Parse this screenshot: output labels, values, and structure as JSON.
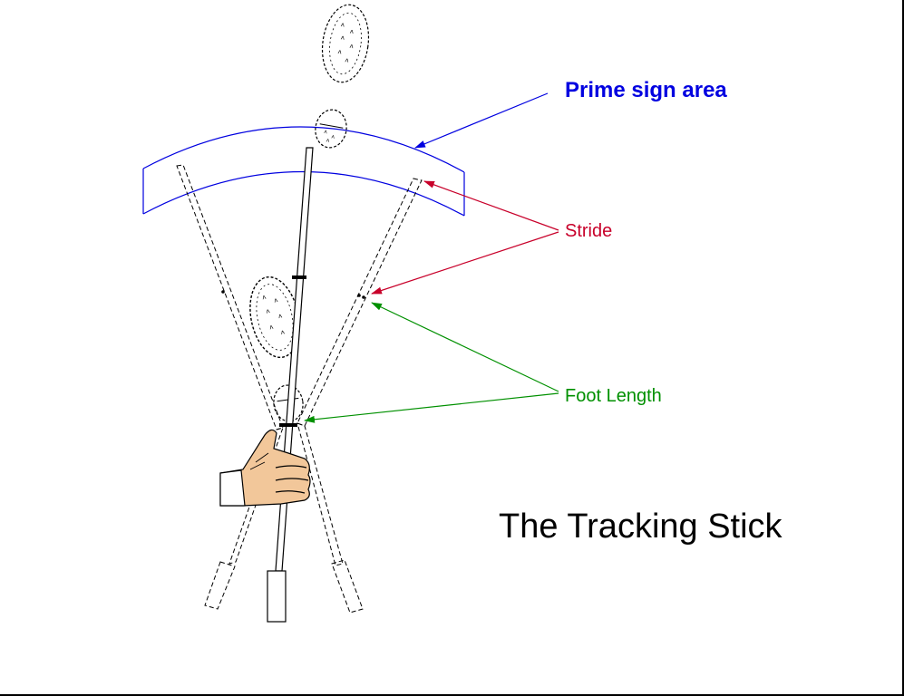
{
  "labels": {
    "prime_sign_area": "Prime sign area",
    "stride": "Stride",
    "foot_length": "Foot Length",
    "title": "The Tracking Stick"
  },
  "colors": {
    "prime_sign_area": "#0000e0",
    "stride": "#c8002a",
    "foot_length": "#009000",
    "stick": "#000000",
    "hand_skin": "#f2c79a"
  },
  "icons": {
    "footprints": "boot-print-icon",
    "hand": "hand-icon"
  }
}
